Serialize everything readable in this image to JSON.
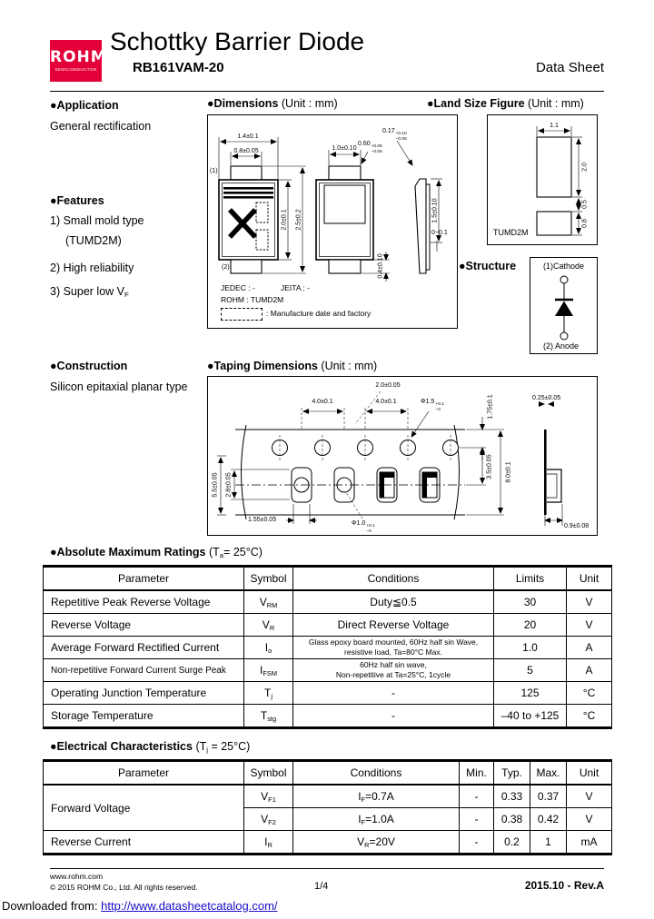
{
  "colors": {
    "brand": "#e3003a",
    "link": "#1a0dcb"
  },
  "header": {
    "logo_top": "ROHM",
    "logo_bottom": "SEMICONDUCTOR",
    "title": "Schottky Barrier Diode",
    "part_number": "RB161VAM-20",
    "doc_type": "Data Sheet"
  },
  "application": {
    "title": "●Application",
    "body": "General rectification"
  },
  "features": {
    "title": "●Features",
    "item1": "1)  Small mold type",
    "item1b": "(TUMD2M)",
    "item2": "2)  High reliability",
    "item3_pre": "3)  Super low V",
    "item3_sub": "F"
  },
  "construction": {
    "title": "●Construction",
    "body": "Silicon epitaxial planar type"
  },
  "dimensions": {
    "title": "●Dimensions",
    "unit": "(Unit : mm)",
    "labels": {
      "w_top": "1.4±0.1",
      "w_tab": "0.8±0.05",
      "h_body": "2.0±0.1",
      "h_total": "2.5±0.2",
      "w_mid": "1.0±0.10",
      "lead": "0.60",
      "lead_sup": "+0.05",
      "lead_sub": "−0.05",
      "foil": "0.17",
      "foil_sup": "+0.10",
      "foil_sub": "−0.05",
      "h_side": "1.5±0.10",
      "h_foot": "0.4±0.10",
      "standoff": "0~0.1",
      "pin1": "(1)",
      "pin2": "(2)"
    },
    "notes": {
      "jedec": "JEDEC : -",
      "jeita": "JEITA : -",
      "rohm": "ROHM  : TUMD2M",
      "legend": ": Manufacture date and factory"
    }
  },
  "land": {
    "title": "●Land Size Figure",
    "unit": "(Unit : mm)",
    "dims": {
      "w": "1.1",
      "h": "2.0",
      "gap": "0.5",
      "pad": "0.8"
    },
    "package": "TUMD2M"
  },
  "structure": {
    "title": "●Structure",
    "cathode": "(1)Cathode",
    "anode": "(2) Anode"
  },
  "taping": {
    "title": "●Taping Dimensions",
    "unit": "(Unit : mm)",
    "labels": {
      "p2": "2.0±0.05",
      "p0a": "4.0±0.1",
      "p0b": "4.0±0.1",
      "d0": "Φ1.5",
      "d0_sup": "+0.1",
      "d0_sub": "−0",
      "e": "1.75±0.1",
      "f": "3.5±0.05",
      "w": "8.0±0.1",
      "t": "0.25±0.05",
      "w1": "5.5±0.05",
      "b0": "2.8±0.05",
      "a0": "1.55±0.05",
      "d1": "Φ1.0",
      "d1_sup": "+0.1",
      "d1_sub": "−0",
      "k": "0.9±0.08"
    }
  },
  "abs_max": {
    "title": "●Absolute Maximum Ratings",
    "temp_pre": "(T",
    "temp_sub": "a",
    "temp_post": "= 25°C)",
    "headers": [
      "Parameter",
      "Symbol",
      "Conditions",
      "Limits",
      "Unit"
    ],
    "rows": [
      {
        "param": "Repetitive Peak Reverse Voltage",
        "sym": "V",
        "sym_sub": "RM",
        "cond1": "Duty≦0.5",
        "limit": "30",
        "unit": "V"
      },
      {
        "param": "Reverse Voltage",
        "sym": "V",
        "sym_sub": "R",
        "cond1": "Direct Reverse Voltage",
        "limit": "20",
        "unit": "V"
      },
      {
        "param": "Average Forward Rectified Current",
        "sym": "I",
        "sym_sub": "o",
        "cond1": "Glass epoxy board mounted, 60Hz half sin Wave,",
        "cond2": "resistive load, Ta=80°C Max.",
        "limit": "1.0",
        "unit": "A"
      },
      {
        "param": "Non-repetitive Forward Current Surge Peak",
        "sym": "I",
        "sym_sub": "FSM",
        "cond1": "60Hz half sin wave,",
        "cond2": "Non-repetitive at Ta=25°C, 1cycle",
        "limit": "5",
        "unit": "A"
      },
      {
        "param": "Operating Junction Temperature",
        "sym": "T",
        "sym_sub": "j",
        "cond1": "-",
        "limit": "125",
        "unit": "°C"
      },
      {
        "param": "Storage Temperature",
        "sym": "T",
        "sym_sub": "stg",
        "cond1": "-",
        "limit": "–40 to +125",
        "unit": "°C"
      }
    ]
  },
  "elec": {
    "title": "●Electrical Characteristics",
    "temp_pre": "(T",
    "temp_sub": "j",
    "temp_post": " = 25°C)",
    "headers": [
      "Parameter",
      "Symbol",
      "Conditions",
      "Min.",
      "Typ.",
      "Max.",
      "Unit"
    ],
    "rows": [
      {
        "param": "Forward Voltage",
        "sym": "V",
        "sym_sub": "F1",
        "cond_pre": "I",
        "cond_sub": "F",
        "cond_post": "=0.7A",
        "min": "-",
        "typ": "0.33",
        "max": "0.37",
        "unit": "V"
      },
      {
        "sym": "V",
        "sym_sub": "F2",
        "cond_pre": "I",
        "cond_sub": "F",
        "cond_post": "=1.0A",
        "min": "-",
        "typ": "0.38",
        "max": "0.42",
        "unit": "V"
      },
      {
        "param": "Reverse Current",
        "sym": "I",
        "sym_sub": "R",
        "cond_pre": "V",
        "cond_sub": "R",
        "cond_post": "=20V",
        "min": "-",
        "typ": "0.2",
        "max": "1",
        "unit": "mA"
      }
    ]
  },
  "footer": {
    "site": "www.rohm.com",
    "copyright": "© 2015  ROHM Co., Ltd. All rights reserved.",
    "page": "1/4",
    "rev": "2015.10 -  Rev.A"
  },
  "download": {
    "prefix": "Downloaded from: ",
    "url": "http://www.datasheetcatalog.com/"
  }
}
